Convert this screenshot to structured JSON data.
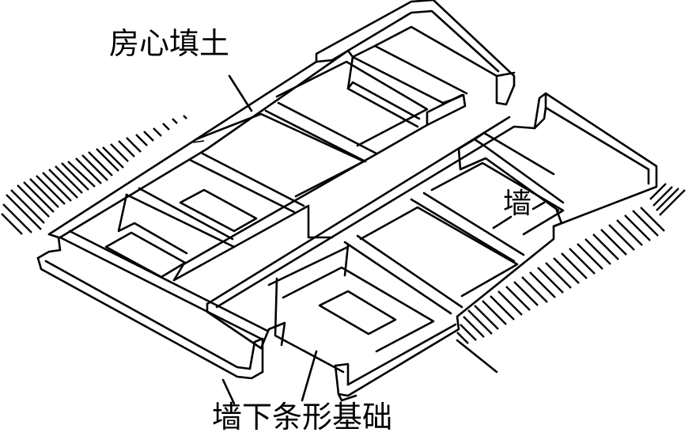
{
  "labels": {
    "infill": "房心填土",
    "wall": "墙",
    "strip_foundation": "墙下条形基础"
  },
  "colors": {
    "ink": "#000000",
    "paper": "#ffffff"
  }
}
